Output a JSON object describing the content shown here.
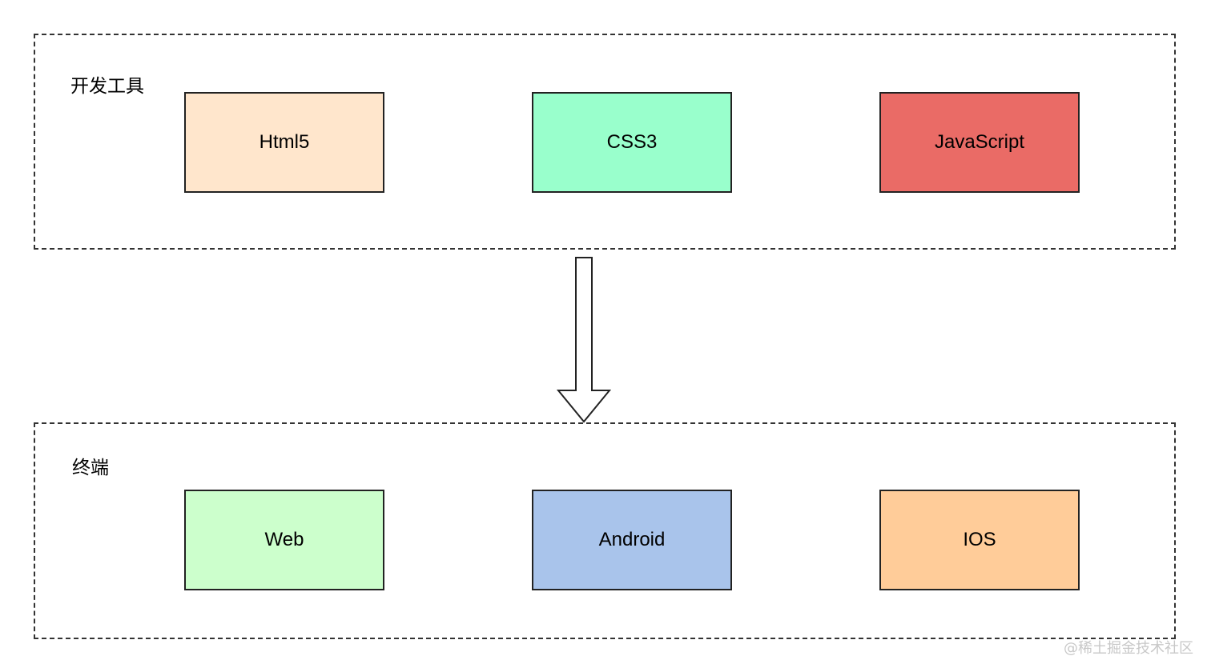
{
  "groups": {
    "top": {
      "title": "开发工具",
      "items": [
        {
          "label": "Html5",
          "color": "#FFE6CC"
        },
        {
          "label": "CSS3",
          "color": "#99FFCC"
        },
        {
          "label": "JavaScript",
          "color": "#EA6B66"
        }
      ]
    },
    "bottom": {
      "title": "终端",
      "items": [
        {
          "label": "Web",
          "color": "#CCFFCC"
        },
        {
          "label": "Android",
          "color": "#A9C4EB"
        },
        {
          "label": "IOS",
          "color": "#FFCC99"
        }
      ]
    }
  },
  "arrow": {
    "direction": "down",
    "from": "开发工具",
    "to": "终端"
  },
  "watermark": "@稀土掘金技术社区"
}
